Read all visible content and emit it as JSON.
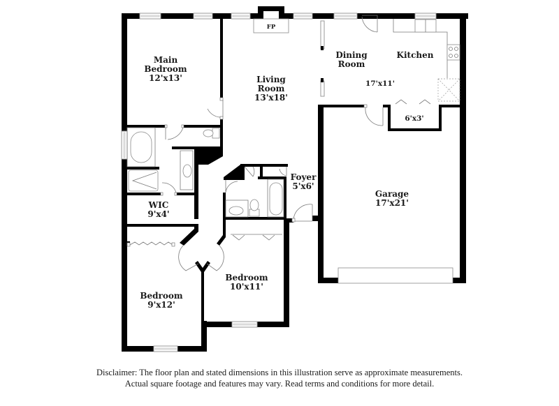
{
  "floor_plan": {
    "rooms": [
      {
        "id": "main-bedroom",
        "name_lines": [
          "Main",
          "Bedroom"
        ],
        "dimensions": "12'x13'"
      },
      {
        "id": "living-room",
        "name_lines": [
          "Living",
          "Room"
        ],
        "dimensions": "13'x18'"
      },
      {
        "id": "dining-room",
        "name_lines": [
          "Dining",
          "Room"
        ],
        "dimensions": ""
      },
      {
        "id": "kitchen",
        "name_lines": [
          "Kitchen"
        ],
        "dimensions": "17'x11'"
      },
      {
        "id": "pantry",
        "name_lines": [],
        "dimensions": "6'x3'"
      },
      {
        "id": "foyer",
        "name_lines": [
          "Foyer"
        ],
        "dimensions": "5'x6'"
      },
      {
        "id": "wic",
        "name_lines": [
          "WIC"
        ],
        "dimensions": "9'x4'"
      },
      {
        "id": "garage",
        "name_lines": [
          "Garage"
        ],
        "dimensions": "17'x21'"
      },
      {
        "id": "bedroom-2",
        "name_lines": [
          "Bedroom"
        ],
        "dimensions": "10'x11'"
      },
      {
        "id": "bedroom-3",
        "name_lines": [
          "Bedroom"
        ],
        "dimensions": "9'x12'"
      }
    ],
    "fixtures": {
      "fireplace_label": "FP"
    }
  },
  "disclaimer": {
    "line1": "Disclaimer: The floor plan and stated dimensions in this illustration serve as approximate measurements.",
    "line2": "Actual square footage and features may vary. Read terms and conditions for more detail."
  },
  "colors": {
    "wall": "#000000",
    "background": "#ffffff",
    "window": "#e8e8e8",
    "text": "#1a1a1a"
  }
}
